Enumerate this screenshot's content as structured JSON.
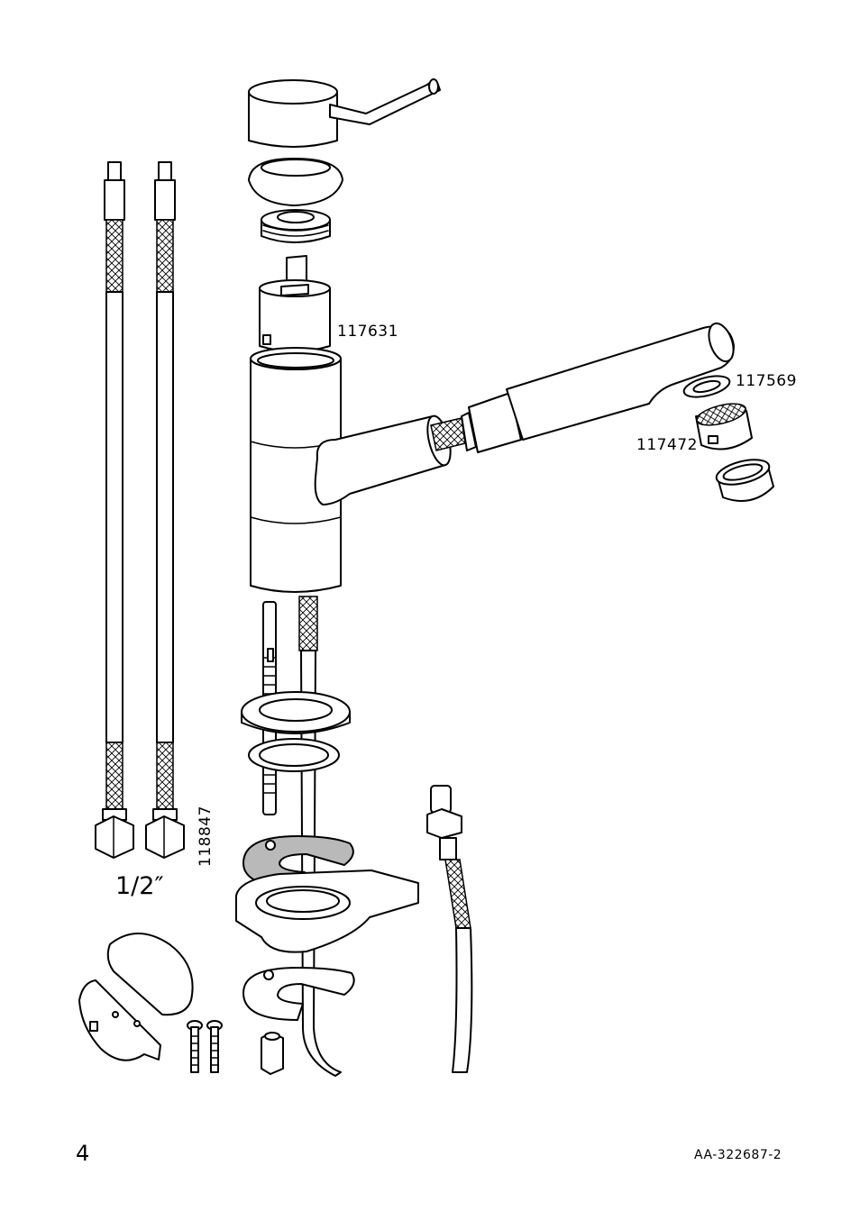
{
  "labels": {
    "cartridge": "117631",
    "washer": "117569",
    "aerator": "117472",
    "supply_hoses": "118847",
    "thread_size": "1/2″"
  },
  "footer": {
    "page_number": "4",
    "document_code": "AA-322687-2"
  }
}
